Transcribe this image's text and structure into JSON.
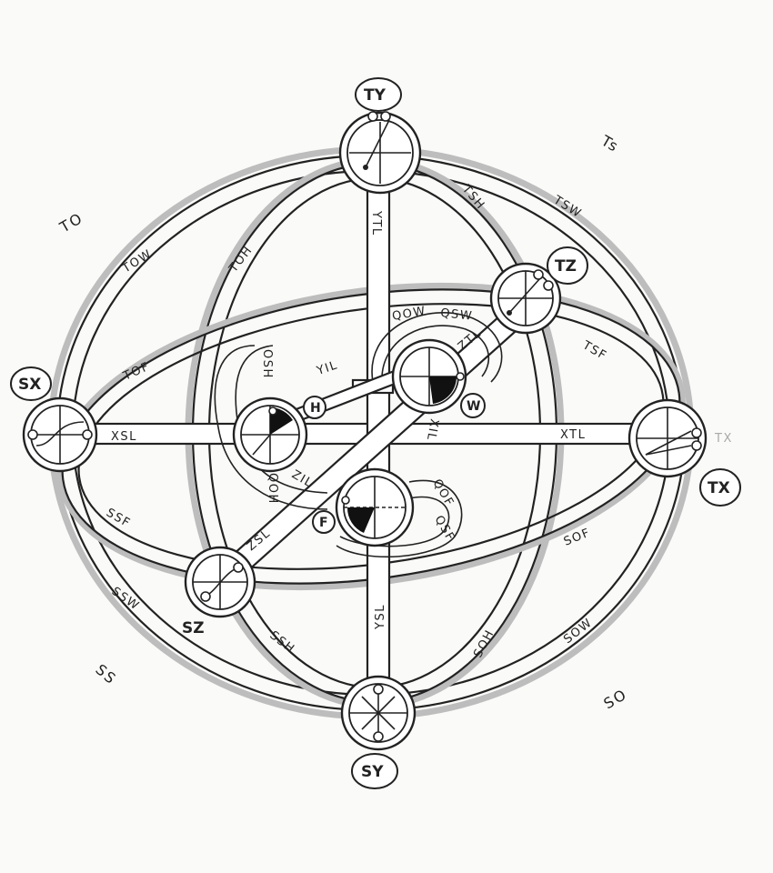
{
  "regions": {
    "to": "TO",
    "ts": "Ts",
    "ss": "SS",
    "so": "SO"
  },
  "badges": {
    "ty": "TY",
    "tz": "TZ",
    "sx": "SX",
    "tx": "TX",
    "sy": "SY",
    "sz": "SZ"
  },
  "inner_nodes": {
    "h": "H",
    "w": "W",
    "f": "F"
  },
  "ring_labels": {
    "tow": "TOW",
    "toh": "TOH",
    "ytl": "YTL",
    "tsh": "TSH",
    "tsw": "TSW",
    "tof": "TOF",
    "tsf": "TSF",
    "xsl": "XSL",
    "xtl": "XTL",
    "ssf": "SSF",
    "sof": "SOF",
    "ssw": "SSW",
    "ssh": "SSH",
    "ysl": "YSL",
    "soh": "SOH",
    "sow": "SOW",
    "qow": "QOW",
    "qsw": "QSW",
    "ztl": "ZTL",
    "yil": "YIL",
    "osh": "OSH",
    "xil": "XIL",
    "qoh": "QOH",
    "zil": "ZIL",
    "zsl": "ZSL",
    "qof": "QOF",
    "qsf": "QSF",
    "tx_faint": "TX"
  }
}
